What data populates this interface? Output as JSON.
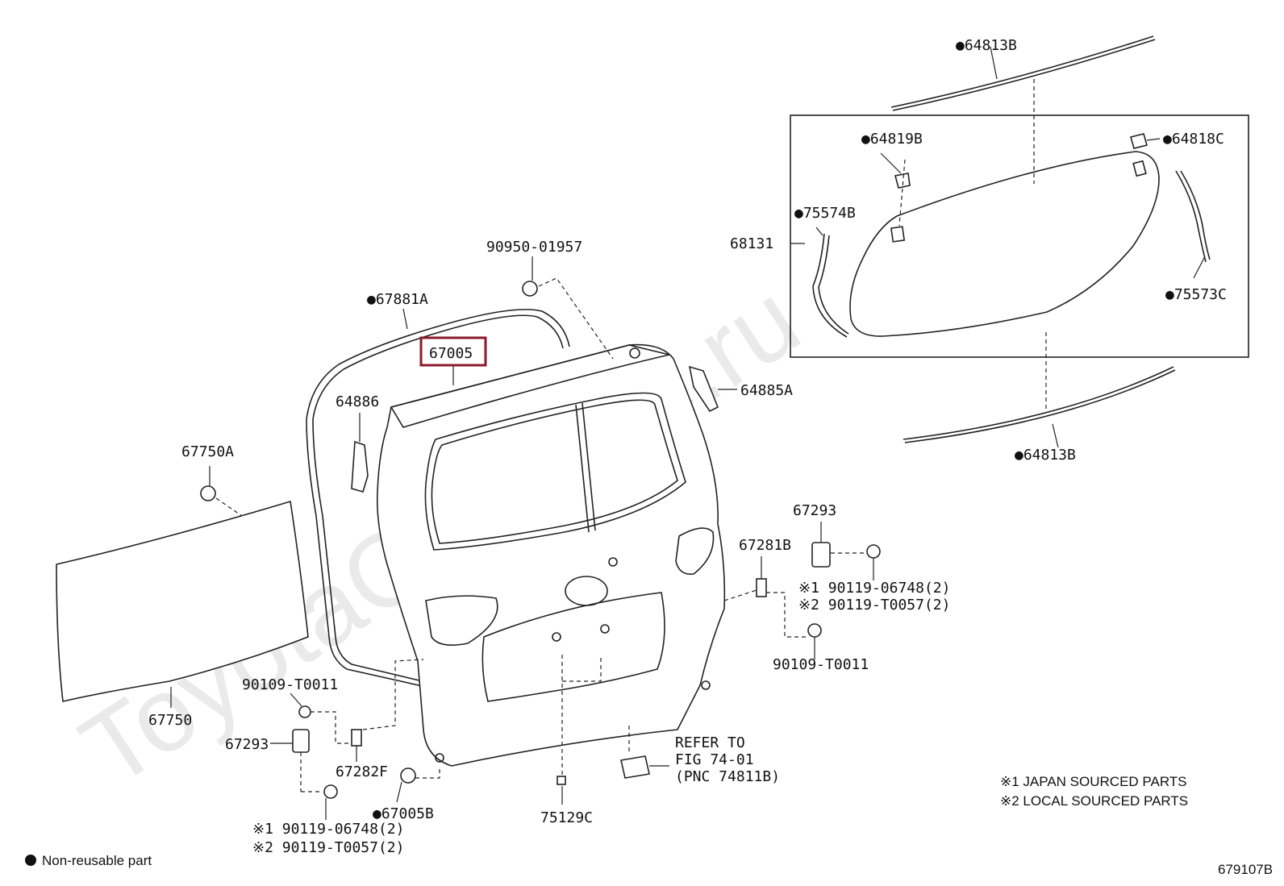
{
  "watermark": "ToyotaCarMine.ru",
  "parts": {
    "p64813b_top": "●64813B",
    "p64819b": "●64819B",
    "p64818c": "●64818C",
    "p75574b": "●75574B",
    "p68131": "68131",
    "p75573c": "●75573C",
    "p64813b_bottom": "●64813B",
    "p90950": "90950-01957",
    "p67881a": "●67881A",
    "p67005": "67005",
    "p64886": "64886",
    "p64885a": "64885A",
    "p67750a": "67750A",
    "p67750": "67750",
    "p67293_right": "67293",
    "p67281b": "67281B",
    "p90119_r1": "※1 90119-06748(2)",
    "p90119_r2": "※2 90119-T0057(2)",
    "p90109_right": "90109-T0011",
    "p90109_left": "90109-T0011",
    "p67293_left": "67293",
    "p67282f": "67282F",
    "p67005b": "●67005B",
    "p90119_l1": "※1 90119-06748(2)",
    "p90119_l2": "※2 90119-T0057(2)",
    "p75129c": "75129C",
    "refer_1": "REFER TO",
    "refer_2": "FIG 74-01",
    "refer_3": "(PNC 74811B)"
  },
  "notes": {
    "japan": "※1 JAPAN SOURCED PARTS",
    "local": "※2 LOCAL SOURCED PARTS",
    "legend": "Non-reusable part",
    "figure_code": "679107B"
  },
  "colors": {
    "highlight": "#8b1a2c",
    "line": "#222222",
    "watermark": "#d9d9d9"
  }
}
